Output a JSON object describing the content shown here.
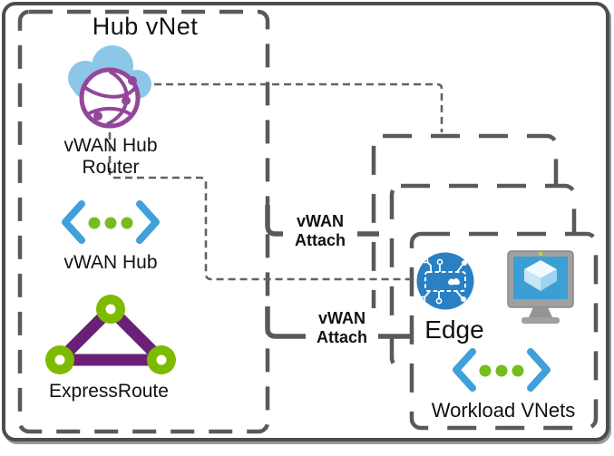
{
  "hub_vnet": {
    "title": "Hub vNet",
    "router_label_line1": "vWAN Hub",
    "router_label_line2": "Router",
    "vwan_hub_label": "vWAN Hub",
    "expressroute_label": "ExpressRoute"
  },
  "connections": {
    "attach1_line1": "vWAN",
    "attach1_line2": "Attach",
    "attach2_line1": "vWAN",
    "attach2_line2": "Attach"
  },
  "workload_vnet": {
    "edge_label": "Edge",
    "vnets_label": "Workload VNets"
  },
  "icons": [
    "cloud-network-globe-icon",
    "vwan-hub-chevrons-icon",
    "expressroute-triangle-icon",
    "edge-circuit-icon",
    "vm-monitor-icon",
    "workload-vwan-chevrons-icon"
  ],
  "colors": {
    "outer_border": "#4C4D4F",
    "dashed_border": "#58595B",
    "connector_gray": "#58595B",
    "dotted_line": "#616264",
    "cloud_blue": "#8CC7E8",
    "globe_purple": "#93479B",
    "chevron_blue": "#3FA0DA",
    "dot_green": "#76BC21",
    "expressroute_purple": "#6B2077",
    "expressroute_green": "#7CBB00",
    "edge_circle_blue": "#2980C4",
    "vm_screen_blue": "#3B9FD3",
    "monitor_gray": "#9FA0A2",
    "text": "#111111"
  }
}
